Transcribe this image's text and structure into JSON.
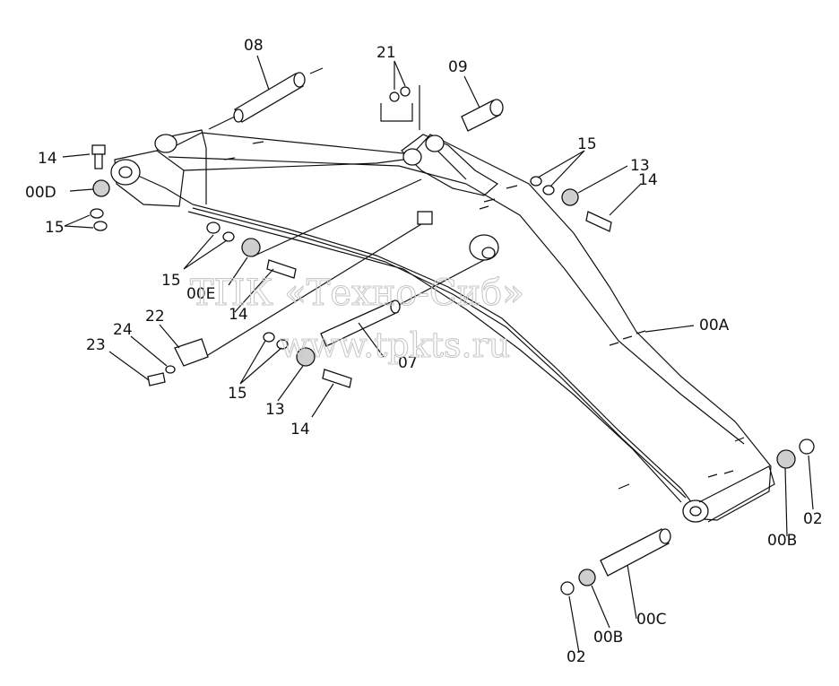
{
  "watermark": {
    "line1": "ТПК «Техно-Сиб»",
    "line2": "www.tpkts.ru"
  },
  "labels": {
    "l08": "08",
    "l21": "21",
    "l09": "09",
    "l14_top": "14",
    "l00D": "00D",
    "l15_left": "15",
    "l15_right": "15",
    "l13_right": "13",
    "l14_right": "14",
    "l15_mid": "15",
    "l00E": "00E",
    "l14_mid": "14",
    "l22": "22",
    "l24": "24",
    "l23": "23",
    "l07": "07",
    "l00A": "00A",
    "l15_low": "15",
    "l13_low": "13",
    "l14_low": "14",
    "l02_right": "02",
    "l00B_right": "00B",
    "l00C": "00C",
    "l00B_bottom": "00B",
    "l02_bottom": "02"
  }
}
